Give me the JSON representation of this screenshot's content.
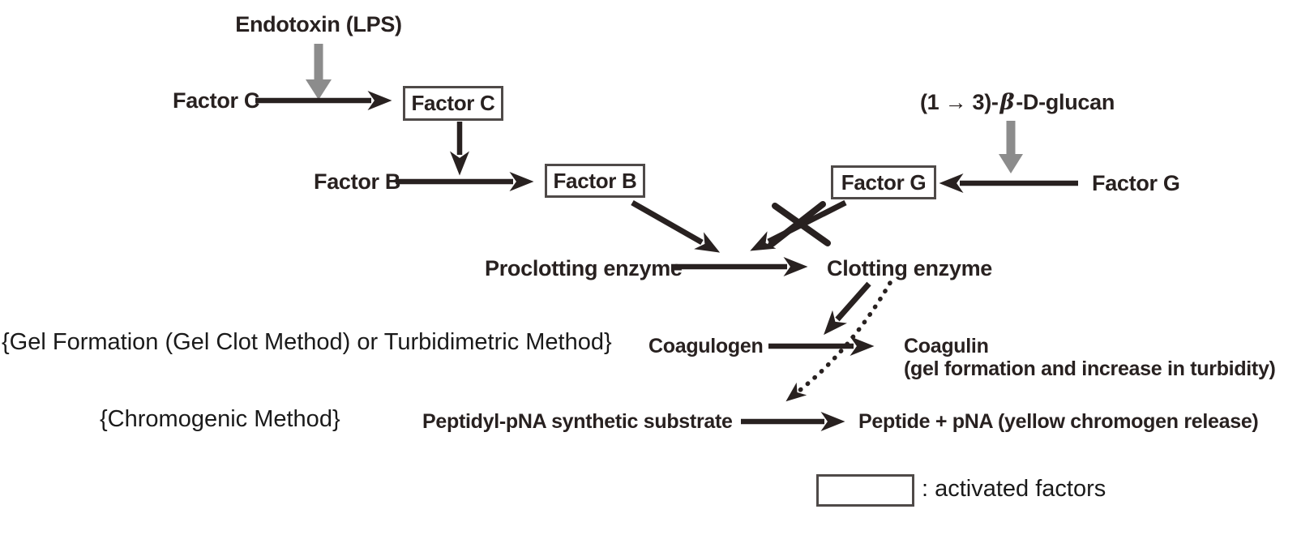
{
  "title": "LAL cascade pathway diagram",
  "colors": {
    "ink": "#282120",
    "gray_arrow": "#8c8c8c",
    "box_border": "#4f4a48",
    "background": "#ffffff"
  },
  "nodes": {
    "endotoxin": "Endotoxin (LPS)",
    "factor_c": "Factor C",
    "factor_c_activated": "Factor C",
    "factor_b": "Factor B",
    "factor_b_activated": "Factor B",
    "glucan_prefix": "(1 → 3)-",
    "glucan_beta": "β",
    "glucan_suffix": "-D-glucan",
    "factor_g": "Factor G",
    "factor_g_activated": "Factor G",
    "proclotting_enzyme": "Proclotting enzyme",
    "clotting_enzyme": "Clotting enzyme",
    "coagulogen": "Coagulogen",
    "coagulin": "Coagulin",
    "coagulin_note": "(gel formation and increase in turbidity)",
    "substrate": "Peptidyl-pNA synthetic substrate",
    "product": "Peptide + pNA (yellow chromogen release)"
  },
  "annotations": {
    "gel_method": "{Gel Formation (Gel Clot Method) or Turbidimetric Method}",
    "chromogenic_method": "{Chromogenic Method}"
  },
  "legend": {
    "label": ": activated factors"
  }
}
